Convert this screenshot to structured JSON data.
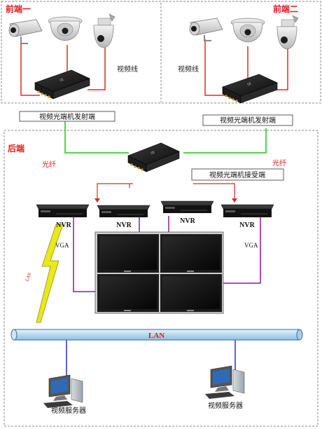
{
  "zones": {
    "front_1": "前端一",
    "front_2": "前端二",
    "back": "后端"
  },
  "labels": {
    "video_cable_left": "视频线",
    "video_cable_right": "视频线",
    "transmitter_left": "视频光端机发射端",
    "transmitter_right": "视频光端机发射端",
    "receiver": "视频光端机接受端",
    "fiber_left": "光纤",
    "fiber_right": "光纤",
    "nvr": [
      "NVR",
      "NVR",
      "NVR",
      "NVR"
    ],
    "vga_left": "VGA",
    "vga_right": "VGA",
    "lan_bus": "LAN",
    "lan_wireless": "LAN",
    "server_left": "视频服务器",
    "server_right": "视频服务器"
  },
  "colors": {
    "zone_text": "#e0201f",
    "video_cable": "#e02a2a",
    "fiber": "#4fd64a",
    "vga_cable": "#8a1f8f",
    "lan_cable": "#2b2fd0",
    "lan_bus_fill": "#b9d9f0",
    "lightning": "#e8e81a"
  }
}
